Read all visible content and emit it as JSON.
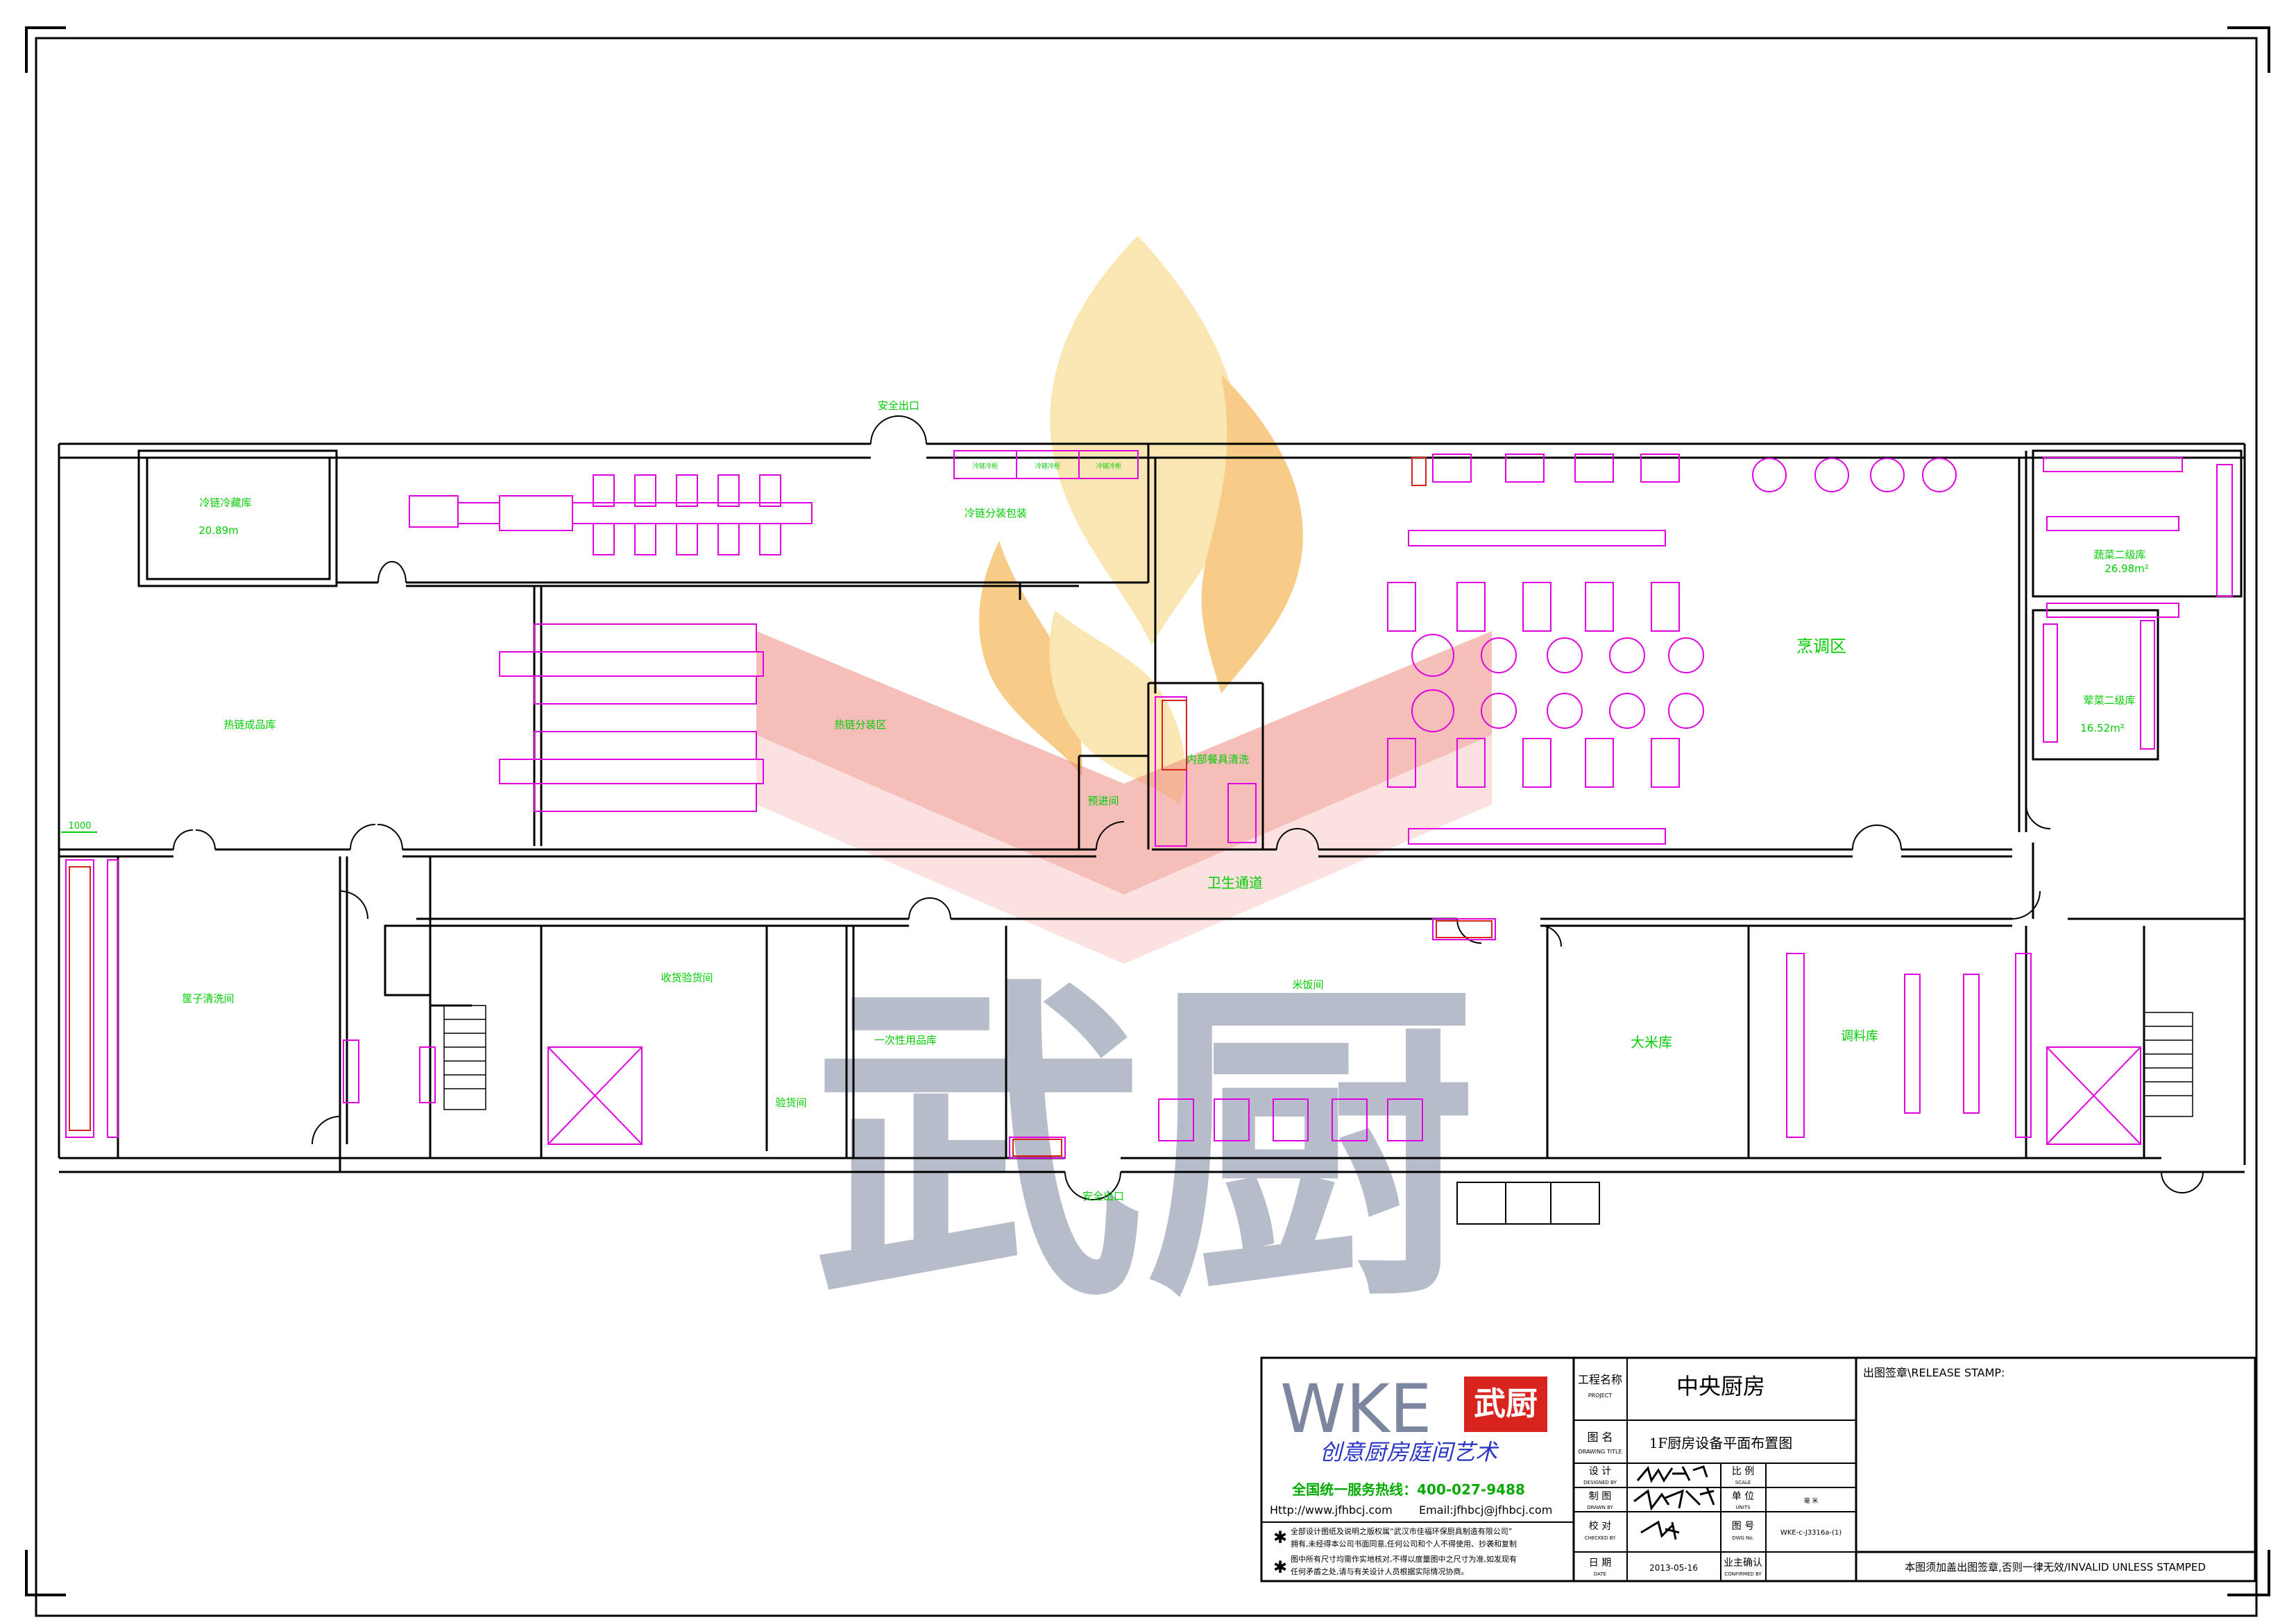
{
  "floorplan": {
    "rooms": {
      "cold_storage": "冷链冷藏库",
      "cold_storage_area": "20.89m",
      "cold_packing": "冷链分装包装",
      "hot_finished": "热链成品库",
      "hot_packing": "热链分装区",
      "cooking": "烹调区",
      "veg_secondary": "蔬菜二级库",
      "veg_secondary_area": "26.98m²",
      "meat_secondary": "荤菜二级库",
      "meat_secondary_area": "16.52m²",
      "dish_wash": "内部餐具清洗",
      "pre_wash": "预进间",
      "sanitary": "卫生通道",
      "basket_wash": "筐子清洗间",
      "receiving": "收货验货间",
      "disposable": "一次性用品库",
      "inspection": "验货间",
      "rice_noodle": "米饭间",
      "rice_store": "大米库",
      "seasoning": "调料库",
      "security_exit_top": "安全出口",
      "security_exit_bottom": "安全出口",
      "dim_1000": "1000",
      "cold_box_1": "冷链冷柜",
      "cold_box_2": "冷链冷柜",
      "cold_box_3": "冷链冷柜"
    }
  },
  "watermark": {
    "brand_text": "武厨"
  },
  "titleblock": {
    "logo_text": "WKE",
    "logo_brand": "武厨",
    "slogan": "创意厨房庭间艺术",
    "hotline": "全国统一服务热线：400-027-9488",
    "http": "Http://www.jfhbcj.com",
    "email": "Email:jfhbcj@jfhbcj.com",
    "notice_1": "全部设计图纸及说明之版权属“武汉市佳福环保厨具制造有限公司”",
    "notice_2": "拥有,未经得本公司书面同意,任何公司和个人不得使用、抄袭和复制",
    "notice_3": "图中所有尺寸均需作实地核对,不得以度量图中之尺寸为准,如发现有",
    "notice_4": "任何矛盾之处,请与有关设计人员根据实际情况协商。",
    "project_label": "工程名称",
    "project_label_en": "PROJECT",
    "project_value": "中央厨房",
    "drawing_label": "图  名",
    "drawing_label_en": "DRAWING TITLE",
    "drawing_value": "1F厨房设备平面布置图",
    "design_label": "设  计",
    "design_label_en": "DESIGNED BY",
    "draw_label": "制  图",
    "draw_label_en": "DRAWN BY",
    "check_label": "校  对",
    "check_label_en": "CHECKED BY",
    "date_label": "日  期",
    "date_label_en": "DATE",
    "date_value": "2013-05-16",
    "scale_label": "比  例",
    "scale_label_en": "SCALE",
    "unit_label": "单  位",
    "unit_label_en": "UNITS",
    "unit_value": "毫 米",
    "number_label": "图  号",
    "number_label_en": "DWG No.",
    "number_value": "WKE-c-J3316a-(1)",
    "owner_label": "业主确认",
    "owner_label_en": "CONFIRMED BY",
    "stamp_label": "出图签章\\RELEASE STAMP:",
    "stamp_notice": "本图须加盖出图签章,否则一律无效/INVALID UNLESS STAMPED"
  },
  "colors": {
    "equipment": "#e000e0",
    "label": "#00cc00",
    "wall": "#000000",
    "flame_outer": "#f7d98a",
    "flame_inner": "#f2b24a",
    "chevron": "#ee8a80",
    "brand_gray": "#7d869f",
    "brand_red": "#d9231d"
  }
}
